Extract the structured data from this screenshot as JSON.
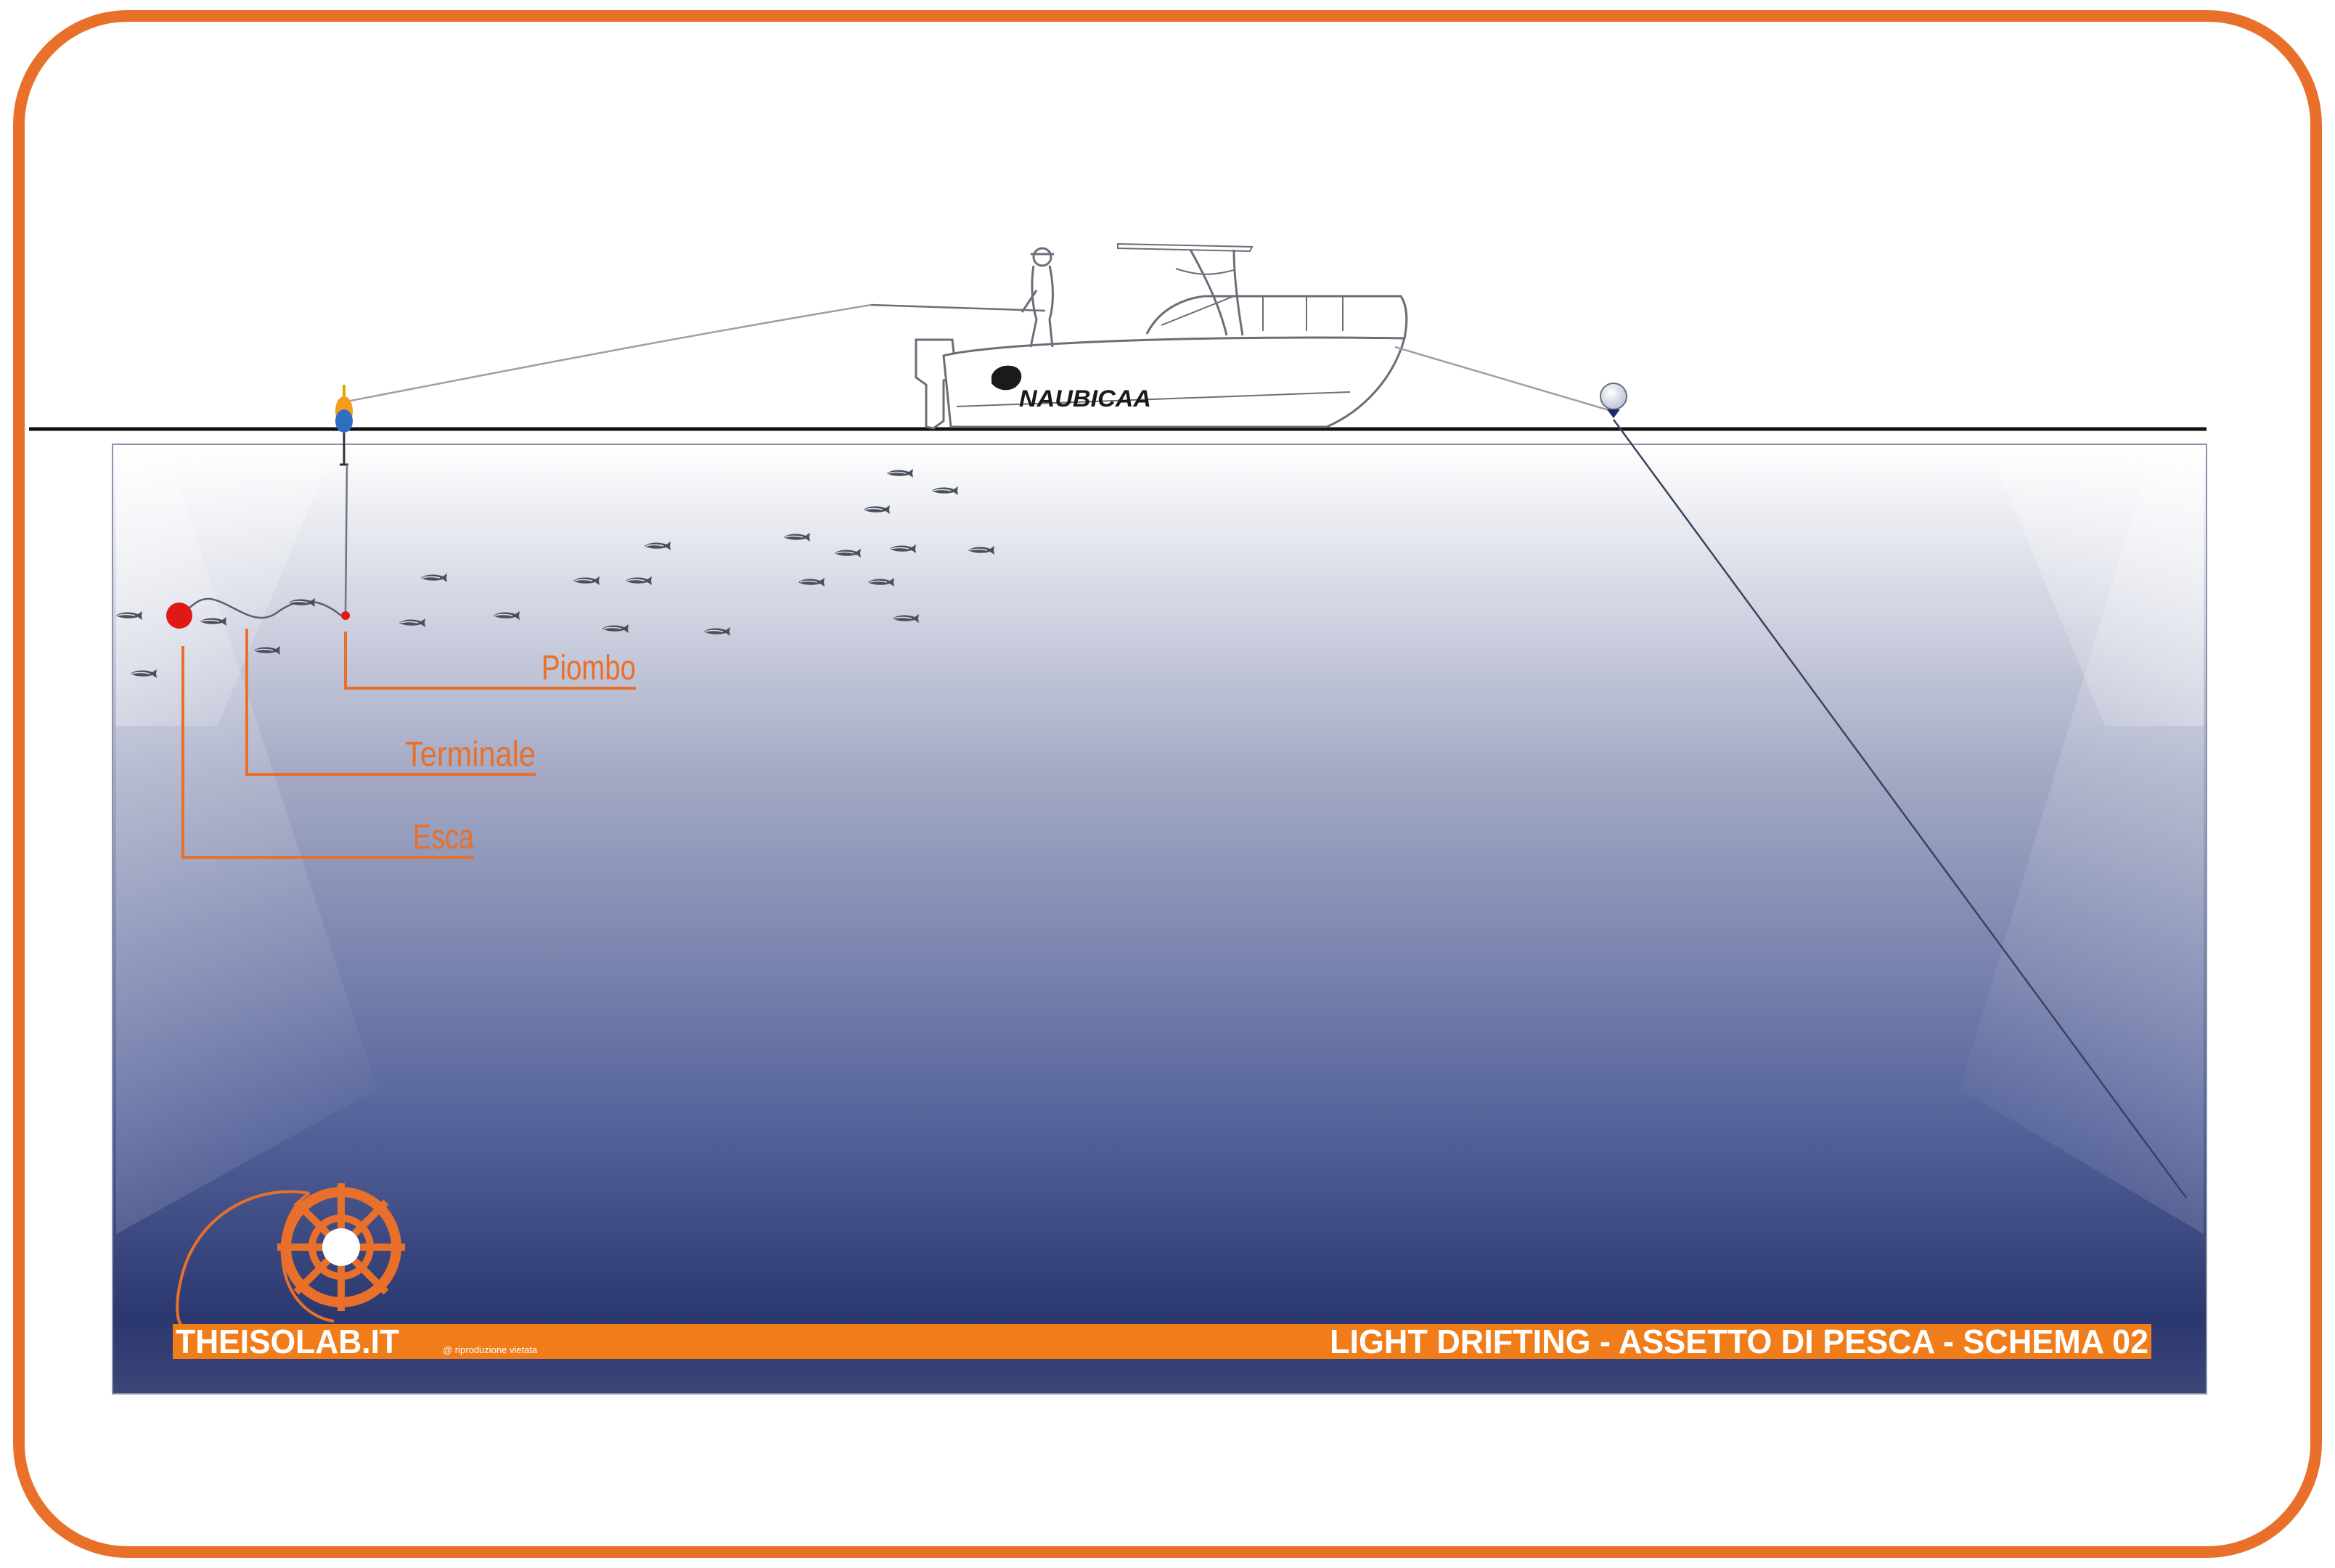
{
  "labels": {
    "piombo": "Piombo",
    "terminale": "Terminale",
    "esca": "Esca"
  },
  "boat": {
    "brand": "NAUBICAA"
  },
  "footer": {
    "site": "THEISOLAB.IT",
    "copyright": "@ riproduzione vietata",
    "title": "LIGHT DRIFTING - ASSETTO DI PESCA - SCHEMA 02"
  },
  "colors": {
    "frame": "#e8702a",
    "accent": "#f07d1a",
    "label": "#e8702a",
    "water_top": "#ffffff",
    "water_bottom": "#27346b",
    "bait": "#e11818",
    "float": "#2f6fc0"
  }
}
